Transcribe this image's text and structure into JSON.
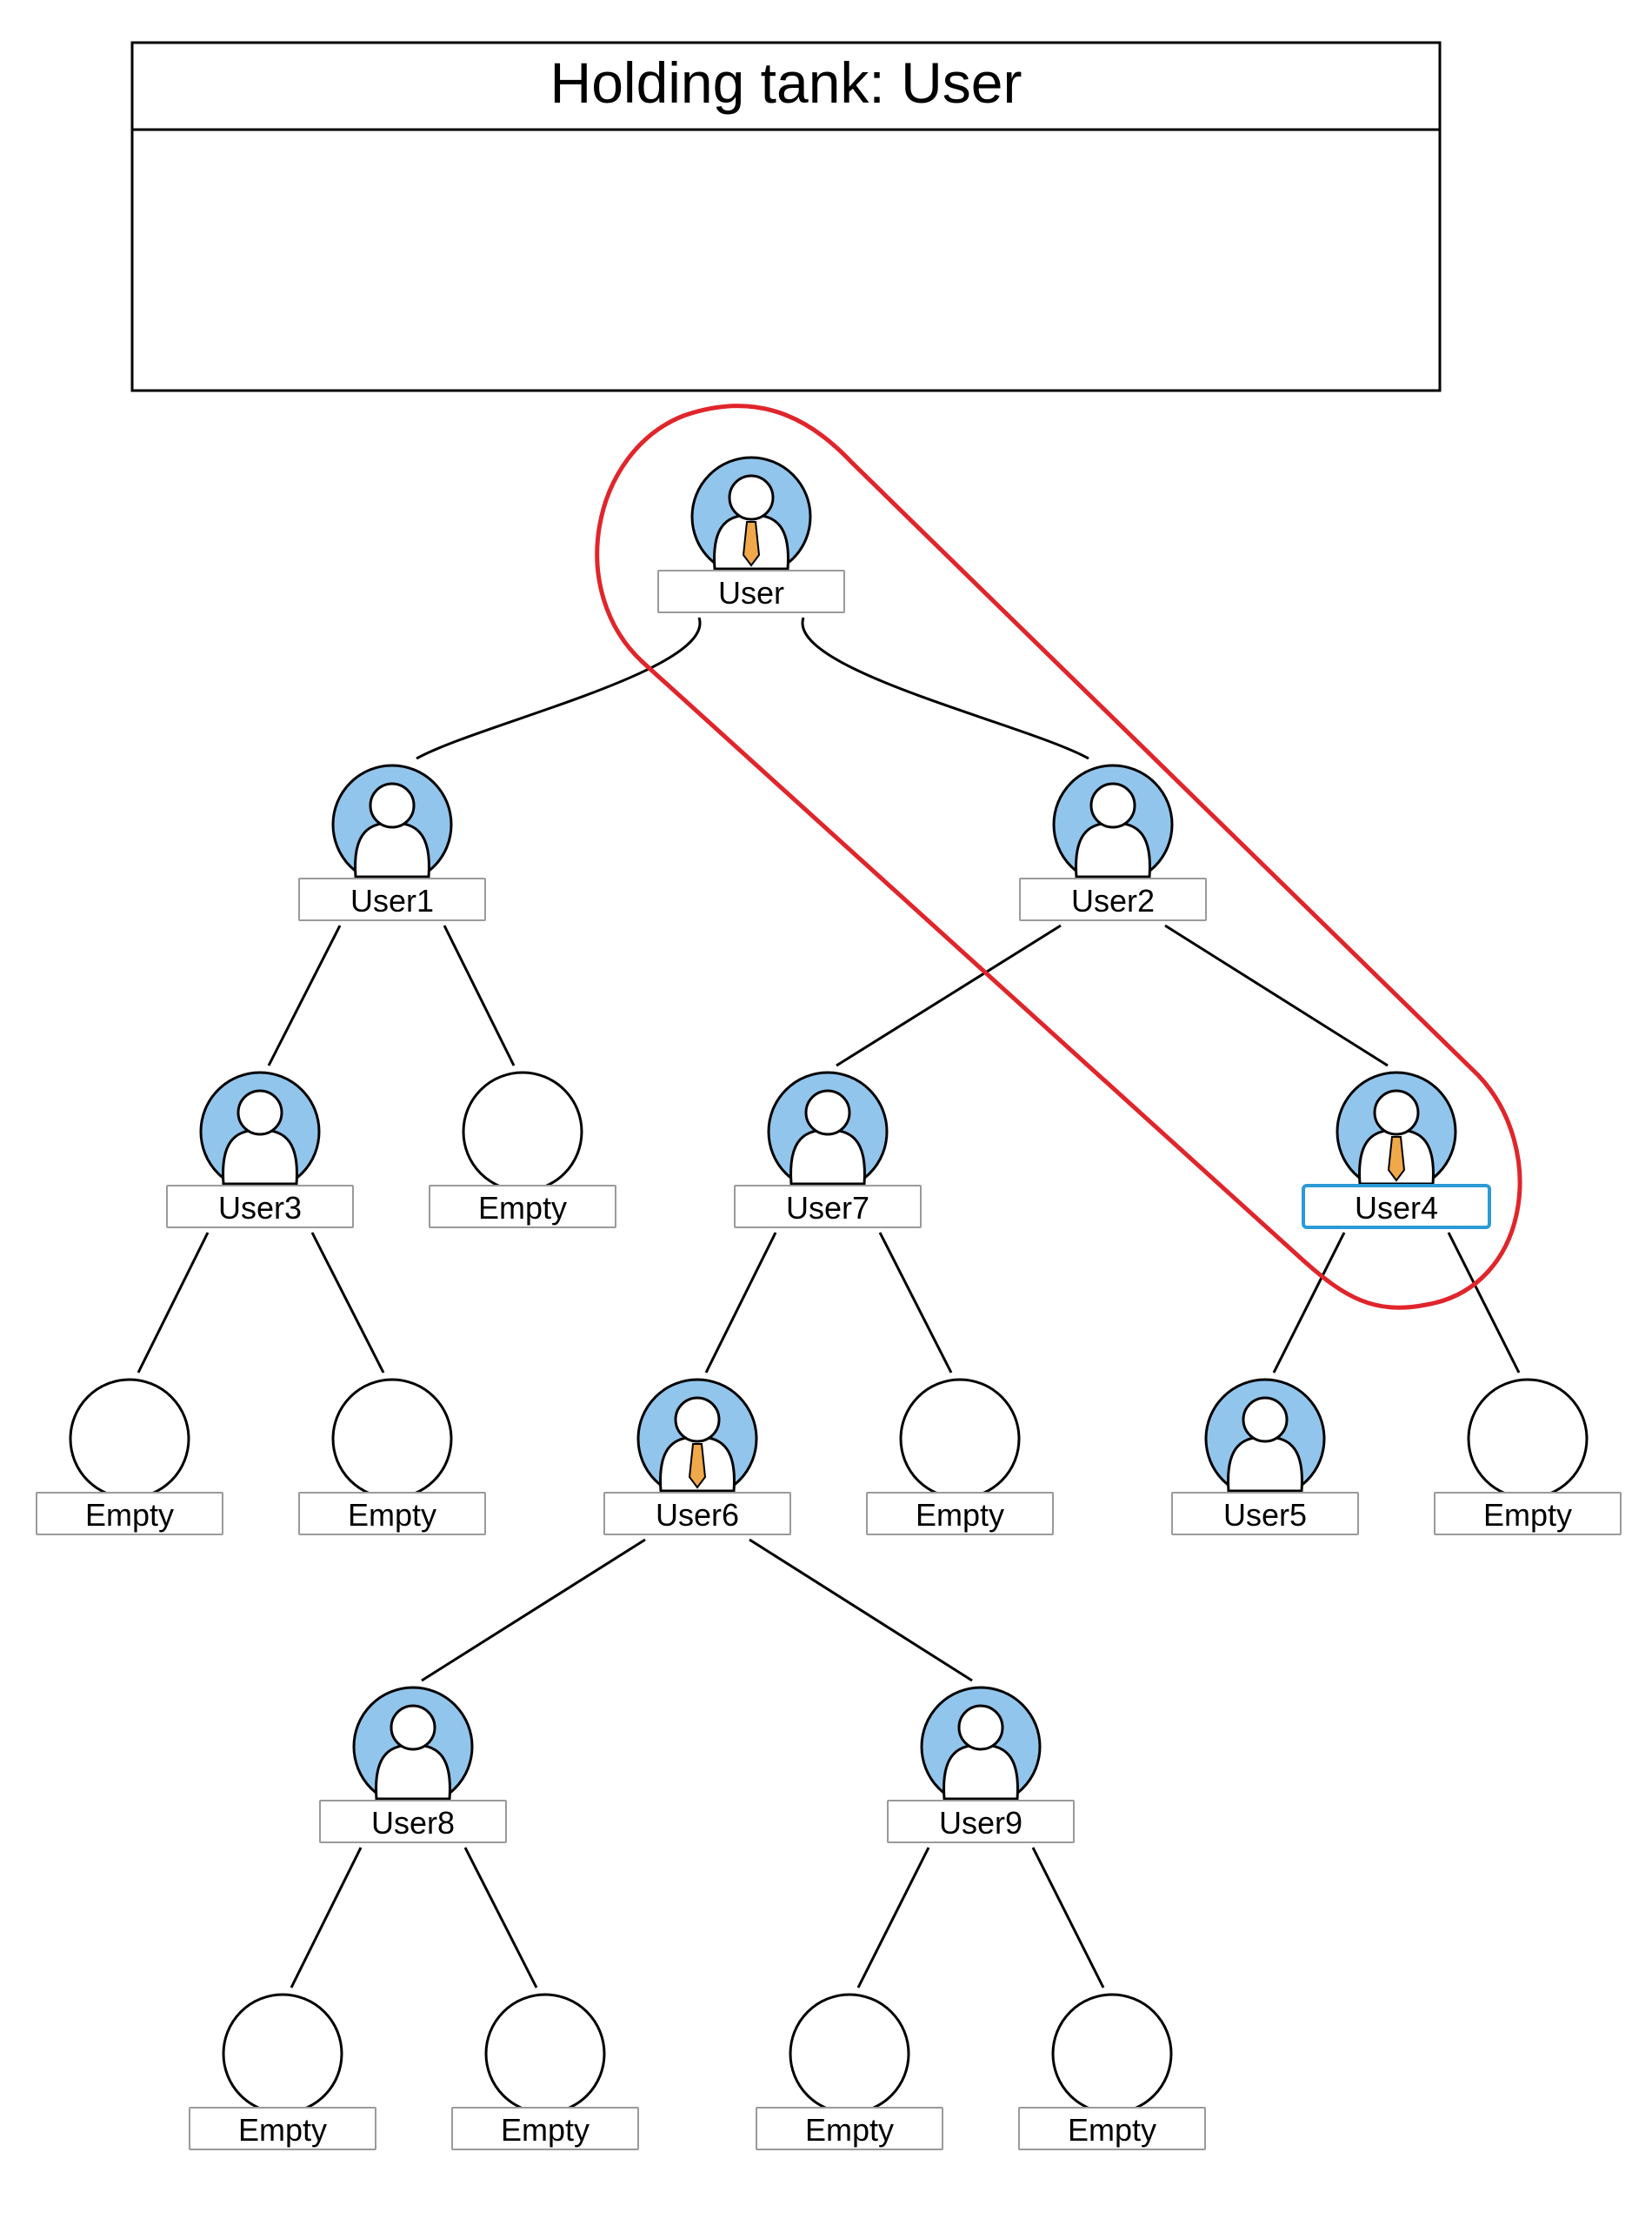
{
  "holding_tank": {
    "title": "Holding tank: User"
  },
  "colors": {
    "avatar_fill": "#92c5ec",
    "tie": "#f0a94a",
    "highlight_outline": "#e0252b",
    "selected_label_border": "#2b9ad6",
    "label_border": "#9a9a9a"
  },
  "nodes": [
    {
      "id": "user",
      "label": "User",
      "kind": "user",
      "tie": true
    },
    {
      "id": "user1",
      "label": "User1",
      "kind": "user",
      "tie": false
    },
    {
      "id": "user2",
      "label": "User2",
      "kind": "user",
      "tie": false
    },
    {
      "id": "user3",
      "label": "User3",
      "kind": "user",
      "tie": false
    },
    {
      "id": "empty_a",
      "label": "Empty",
      "kind": "empty"
    },
    {
      "id": "user7",
      "label": "User7",
      "kind": "user",
      "tie": false
    },
    {
      "id": "user4",
      "label": "User4",
      "kind": "user",
      "tie": true,
      "selected": true
    },
    {
      "id": "empty_b",
      "label": "Empty",
      "kind": "empty"
    },
    {
      "id": "empty_c",
      "label": "Empty",
      "kind": "empty"
    },
    {
      "id": "user6",
      "label": "User6",
      "kind": "user",
      "tie": true
    },
    {
      "id": "empty_d",
      "label": "Empty",
      "kind": "empty"
    },
    {
      "id": "user5",
      "label": "User5",
      "kind": "user",
      "tie": false
    },
    {
      "id": "empty_e",
      "label": "Empty",
      "kind": "empty"
    },
    {
      "id": "user8",
      "label": "User8",
      "kind": "user",
      "tie": false
    },
    {
      "id": "user9",
      "label": "User9",
      "kind": "user",
      "tie": false
    },
    {
      "id": "empty_f",
      "label": "Empty",
      "kind": "empty"
    },
    {
      "id": "empty_g",
      "label": "Empty",
      "kind": "empty"
    },
    {
      "id": "empty_h",
      "label": "Empty",
      "kind": "empty"
    },
    {
      "id": "empty_i",
      "label": "Empty",
      "kind": "empty"
    }
  ],
  "edges": [
    [
      "user",
      "user1"
    ],
    [
      "user",
      "user2"
    ],
    [
      "user1",
      "user3"
    ],
    [
      "user1",
      "empty_a"
    ],
    [
      "user2",
      "user7"
    ],
    [
      "user2",
      "user4"
    ],
    [
      "user3",
      "empty_b"
    ],
    [
      "user3",
      "empty_c"
    ],
    [
      "user7",
      "user6"
    ],
    [
      "user7",
      "empty_d"
    ],
    [
      "user4",
      "user5"
    ],
    [
      "user4",
      "empty_e"
    ],
    [
      "user6",
      "user8"
    ],
    [
      "user6",
      "user9"
    ],
    [
      "user8",
      "empty_f"
    ],
    [
      "user8",
      "empty_g"
    ],
    [
      "user9",
      "empty_h"
    ],
    [
      "user9",
      "empty_i"
    ]
  ],
  "highlight_path": [
    "user",
    "user2",
    "user4"
  ]
}
